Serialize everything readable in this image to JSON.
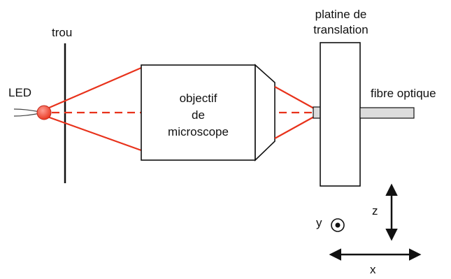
{
  "labels": {
    "led": "LED",
    "pinhole": "trou",
    "objective_line1": "objectif",
    "objective_line2": "de",
    "objective_line3": "microscope",
    "stage_line1": "platine de",
    "stage_line2": "translation",
    "fiber": "fibre optique",
    "axis_x": "x",
    "axis_y": "y",
    "axis_z": "z"
  },
  "colors": {
    "beam": "#e8321b",
    "led_fill": "#f05a4a",
    "stroke": "#111111",
    "fiber_fill": "#dcdcdc"
  }
}
